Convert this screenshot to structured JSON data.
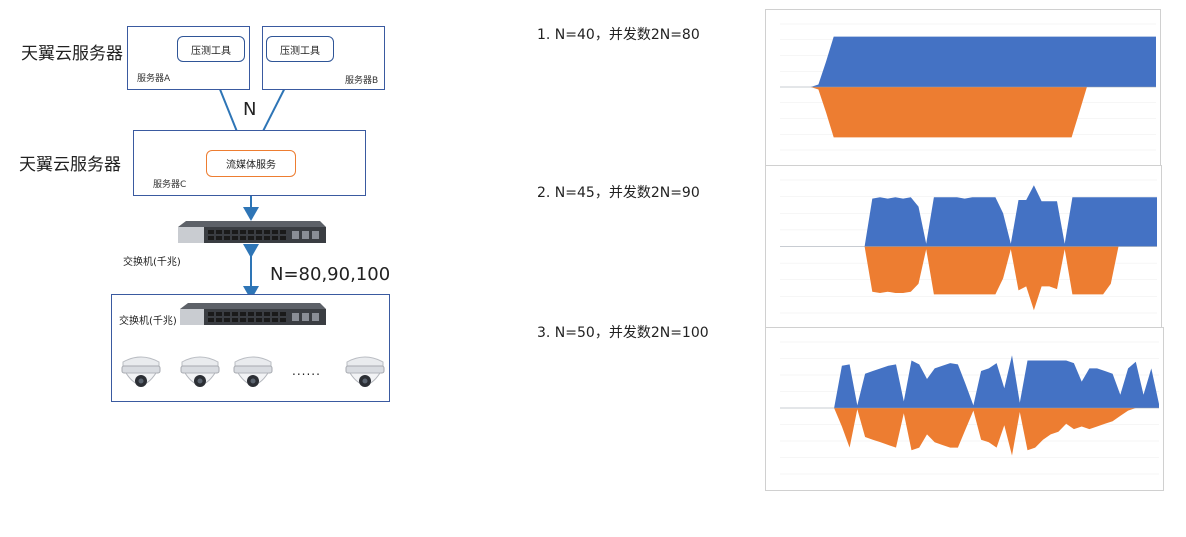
{
  "diagram": {
    "cloud_label_top": "天翼云服务器",
    "cloud_label_mid": "天翼云服务器",
    "server_a": {
      "tool_label": "压测工具",
      "name": "服务器A"
    },
    "server_b": {
      "tool_label": "压测工具",
      "name": "服务器B"
    },
    "server_c": {
      "service_label": "流媒体服务",
      "name": "服务器C"
    },
    "edge_n_label": "N",
    "switch_top_label": "交换机(千兆)",
    "edge_n_values_label": "N=80,90,100",
    "switch_bottom_label": "交换机(千兆)",
    "camera_ellipsis": "......",
    "colors": {
      "box_border": "#3a5aa0",
      "tool_border": "#2f5597",
      "service_border": "#ed7d31",
      "arrow": "#2e75b6"
    }
  },
  "results": {
    "items": [
      {
        "caption": "1. N=40，并发数2N=80"
      },
      {
        "caption": "2. N=45，并发数2N=90"
      },
      {
        "caption": "3. N=50，并发数2N=100"
      }
    ]
  },
  "chart_data": [
    {
      "type": "area",
      "series": [
        {
          "color": "#4472c4",
          "values": [
            0,
            0,
            0,
            0,
            0,
            2,
            20,
            40,
            40,
            40,
            40,
            40,
            40,
            40,
            40,
            40,
            40,
            40,
            40,
            40,
            40,
            40,
            40,
            40,
            40,
            40,
            40,
            40,
            40,
            40,
            40,
            40,
            40,
            40,
            40,
            40,
            40,
            40,
            40,
            40,
            40,
            40,
            40,
            40,
            40,
            40,
            40,
            40,
            40,
            40
          ]
        },
        {
          "color": "#ed7d31",
          "values": [
            0,
            0,
            0,
            0,
            0,
            -2,
            -20,
            -40,
            -40,
            -40,
            -40,
            -40,
            -40,
            -40,
            -40,
            -40,
            -40,
            -40,
            -40,
            -40,
            -40,
            -40,
            -40,
            -40,
            -40,
            -40,
            -40,
            -40,
            -40,
            -40,
            -40,
            -40,
            -40,
            -40,
            -40,
            -40,
            -40,
            -40,
            -40,
            -20,
            0,
            0,
            0,
            0,
            0,
            0,
            0,
            0,
            0,
            0
          ]
        }
      ]
    },
    {
      "type": "area",
      "series": [
        {
          "color": "#4472c4",
          "values": [
            0,
            0,
            0,
            0,
            0,
            0,
            0,
            0,
            0,
            0,
            0,
            0,
            36,
            37,
            36,
            37,
            36,
            37,
            30,
            2,
            37,
            37,
            37,
            37,
            36,
            37,
            37,
            37,
            37,
            25,
            2,
            35,
            35,
            46,
            34,
            34,
            34,
            2,
            37,
            37,
            37,
            37,
            37,
            37,
            37,
            37,
            37,
            37,
            37,
            37
          ]
        },
        {
          "color": "#ed7d31",
          "values": [
            0,
            0,
            0,
            0,
            0,
            0,
            0,
            0,
            0,
            0,
            0,
            0,
            -34,
            -35,
            -34,
            -35,
            -35,
            -34,
            -28,
            -2,
            -36,
            -36,
            -36,
            -36,
            -36,
            -36,
            -36,
            -36,
            -36,
            -24,
            -2,
            -33,
            -30,
            -48,
            -30,
            -30,
            -32,
            -2,
            -36,
            -36,
            -36,
            -36,
            -36,
            -28,
            0,
            0,
            0,
            0,
            0,
            0
          ]
        }
      ]
    },
    {
      "type": "area",
      "series": [
        {
          "color": "#4472c4",
          "values": [
            0,
            0,
            0,
            0,
            0,
            0,
            0,
            0,
            32,
            33,
            2,
            26,
            28,
            30,
            32,
            33,
            5,
            36,
            33,
            22,
            30,
            32,
            34,
            33,
            18,
            2,
            28,
            30,
            34,
            15,
            40,
            4,
            36,
            36,
            36,
            36,
            36,
            36,
            34,
            20,
            30,
            30,
            28,
            26,
            10,
            30,
            35,
            10,
            30,
            3
          ]
        },
        {
          "color": "#ed7d31",
          "values": [
            0,
            0,
            0,
            0,
            0,
            0,
            0,
            0,
            -14,
            -30,
            -1,
            -22,
            -24,
            -26,
            -28,
            -30,
            -4,
            -32,
            -30,
            -20,
            -26,
            -28,
            -30,
            -30,
            -16,
            -2,
            -24,
            -26,
            -30,
            -13,
            -36,
            -3,
            -32,
            -30,
            -24,
            -20,
            -18,
            -12,
            -16,
            -14,
            -16,
            -14,
            -12,
            -10,
            -6,
            -2,
            0,
            0,
            0,
            0
          ]
        }
      ]
    }
  ]
}
